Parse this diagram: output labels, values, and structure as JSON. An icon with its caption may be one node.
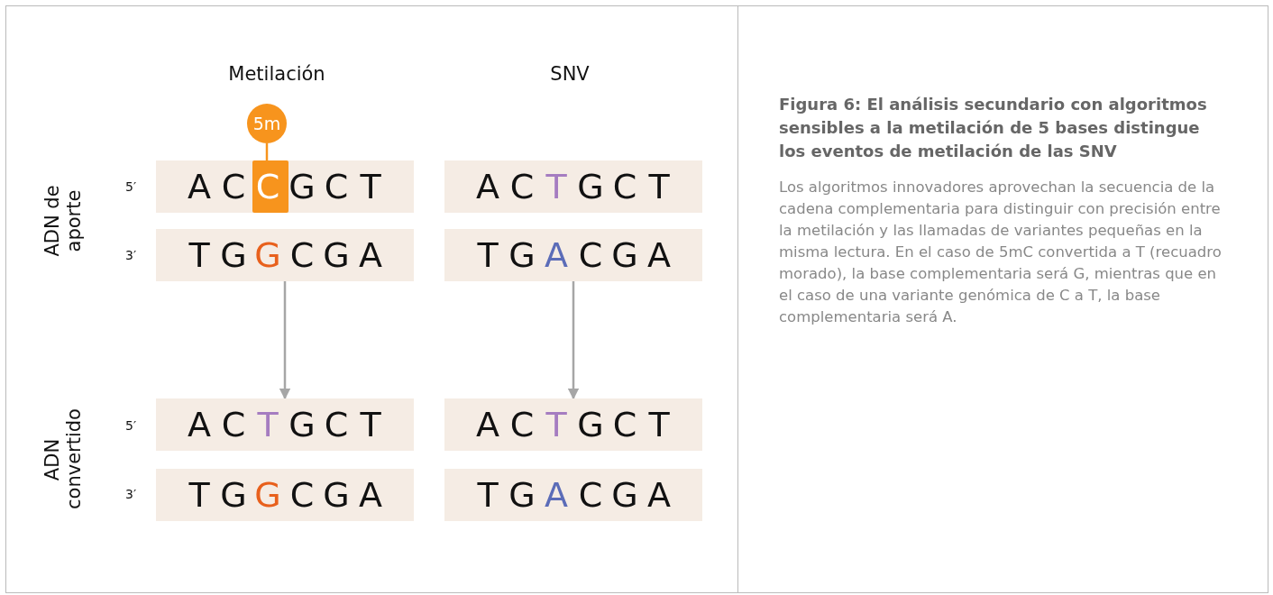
{
  "diagram": {
    "title": "Figura 6: El análisis secundario con algoritmos sensibles a la metilación de 5 bases distingue los eventos de metilación de las SNV",
    "caption": "Los algoritmos innovadores aprovechan la secuencia de la cadena complementaria para distinguir con precisión entre la metilación y las llamadas de variantes pequeñas en la misma lectura. En el caso de 5mC convertida a T (recuadro morado), la base complementaria será G, mientras que en el caso de una variante genómica de C a T, la base complementaria será A.",
    "nodes": [
      {
        "text": [
          "5m"
        ]
      },
      {
        "text": [
          "A C C G C T"
        ]
      },
      {
        "text": [
          "A C T G C T"
        ]
      },
      {
        "text": [
          "T G G C G A"
        ]
      },
      {
        "text": [
          "T G A C G A"
        ]
      },
      {
        "text": [
          "A C T G C T"
        ]
      },
      {
        "text": [
          "A C T G C T"
        ]
      },
      {
        "text": [
          "T G G C G A"
        ]
      },
      {
        "text": [
          "T G A C G A"
        ]
      }
    ],
    "edges": [
      {
        "from": 0,
        "to": 1,
        "arrow": "none",
        "color": "#f7941d"
      },
      {
        "from": 3,
        "to": 5,
        "arrow": "to"
      },
      {
        "from": 4,
        "to": 6,
        "arrow": "to"
      }
    ],
    "labels": [
      "Metilación",
      "SNV",
      "ADN de aporte",
      "5′",
      "3′",
      "ADN convertido",
      "5′",
      "3′"
    ]
  }
}
